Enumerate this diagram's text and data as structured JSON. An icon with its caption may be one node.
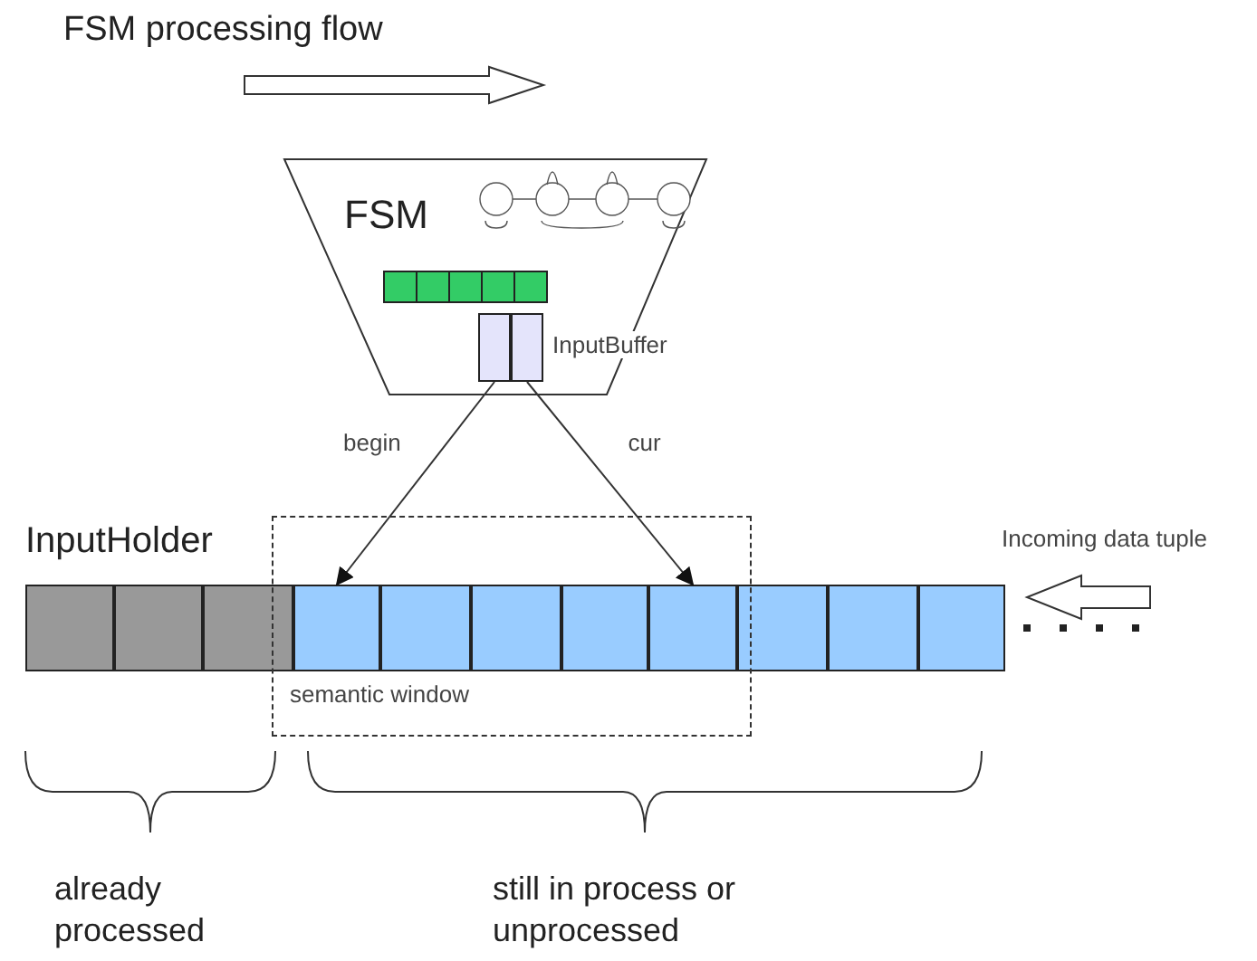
{
  "diagram": {
    "title": "FSM processing flow",
    "nodes": [
      {
        "text": [
          "FSM"
        ]
      },
      {
        "text": [
          "InputBuffer"
        ],
        "in": 0
      },
      {
        "text": [],
        "shape": "box",
        "in": 0
      },
      {
        "text": [],
        "shape": "box",
        "in": 0
      },
      {
        "text": [
          "InputHolder"
        ]
      },
      {
        "text": [],
        "shape": "box",
        "in": 4
      },
      {
        "text": [],
        "shape": "box",
        "in": 4
      },
      {
        "text": [],
        "shape": "box",
        "in": 4
      },
      {
        "text": [],
        "shape": "box",
        "in": 4
      },
      {
        "text": [],
        "shape": "box",
        "in": 4
      },
      {
        "text": [],
        "shape": "box",
        "in": 4
      },
      {
        "text": [],
        "shape": "box",
        "in": 4
      },
      {
        "text": [],
        "shape": "box",
        "in": 4
      },
      {
        "text": [],
        "shape": "box",
        "in": 4
      },
      {
        "text": [],
        "shape": "box",
        "in": 4
      },
      {
        "text": [],
        "shape": "box",
        "in": 4
      }
    ],
    "edges": [
      {
        "from": 2,
        "to": 8,
        "arrow": "to",
        "label": "begin"
      },
      {
        "from": 3,
        "to": 12,
        "arrow": "to",
        "label": "cur"
      }
    ],
    "labels": [
      "semantic window",
      "Incoming data tuple",
      "already processed",
      "still in process or unprocessed"
    ]
  }
}
